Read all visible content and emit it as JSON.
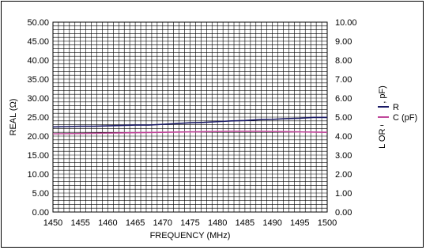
{
  "chart_data": {
    "type": "line",
    "title": "",
    "xlabel": "FREQUENCY (MHz)",
    "ylabel": "REAL (Ω)",
    "y2label": "L OR C (nH, pF)",
    "xlim": [
      1450,
      1500
    ],
    "ylim": [
      0,
      50
    ],
    "y2lim": [
      0,
      10
    ],
    "x_ticks": [
      "1450",
      "1455",
      "1460",
      "1465",
      "1470",
      "1475",
      "1480",
      "1485",
      "1490",
      "1495",
      "1500"
    ],
    "y_ticks": [
      "0.00",
      "5.00",
      "10.00",
      "15.00",
      "20.00",
      "25.00",
      "30.00",
      "35.00",
      "40.00",
      "45.00",
      "50.00"
    ],
    "y2_ticks": [
      "0.00",
      "1.00",
      "2.00",
      "3.00",
      "4.00",
      "5.00",
      "6.00",
      "7.00",
      "8.00",
      "9.00",
      "10.00"
    ],
    "grid": true,
    "legend_position": "right",
    "series": [
      {
        "name": "R",
        "axis": "left",
        "color": "#1a1a66",
        "x": [
          1450,
          1452.5,
          1455,
          1457.5,
          1460,
          1462.5,
          1465,
          1467.5,
          1470,
          1472.5,
          1475,
          1477.5,
          1480,
          1482.5,
          1485,
          1487.5,
          1490,
          1492.5,
          1495,
          1497.5,
          1500
        ],
        "y": [
          22.4,
          22.5,
          22.6,
          22.6,
          22.7,
          22.8,
          22.9,
          22.9,
          23.1,
          23.3,
          23.5,
          23.6,
          23.8,
          24.0,
          24.1,
          24.3,
          24.4,
          24.6,
          24.7,
          24.9,
          24.9
        ]
      },
      {
        "name": "C (pF)",
        "axis": "right",
        "color": "#c0479a",
        "x": [
          1450,
          1452.5,
          1455,
          1457.5,
          1460,
          1462.5,
          1465,
          1467.5,
          1470,
          1472.5,
          1475,
          1477.5,
          1480,
          1482.5,
          1485,
          1487.5,
          1490,
          1492.5,
          1495,
          1497.5,
          1500
        ],
        "y": [
          4.12,
          4.13,
          4.14,
          4.15,
          4.16,
          4.17,
          4.18,
          4.19,
          4.2,
          4.21,
          4.22,
          4.23,
          4.24,
          4.25,
          4.25,
          4.25,
          4.24,
          4.23,
          4.22,
          4.21,
          4.2
        ]
      }
    ]
  }
}
